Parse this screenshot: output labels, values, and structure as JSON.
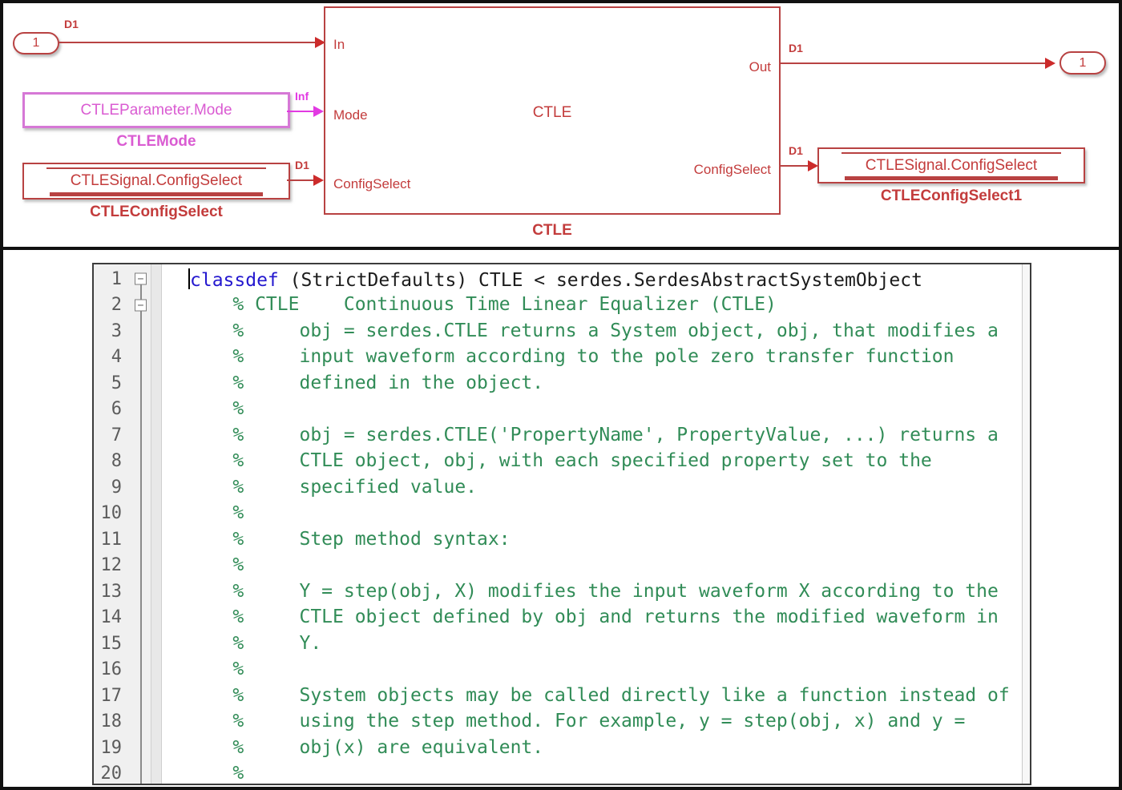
{
  "diagram": {
    "colors": {
      "red": "#b84242",
      "red_text": "#c33c3c",
      "red_bright": "#cc2b2b",
      "magenta": "#d678d6",
      "magenta_text": "#da5cd2",
      "magenta_bright": "#e23ae2"
    },
    "inport": {
      "label": "1"
    },
    "outport": {
      "label": "1"
    },
    "ctle_block": {
      "title": "CTLE",
      "caption": "CTLE",
      "ports": {
        "in": "In",
        "mode": "Mode",
        "config_in": "ConfigSelect",
        "out": "Out",
        "config_out": "ConfigSelect"
      }
    },
    "mode_block": {
      "text": "CTLEParameter.Mode",
      "caption": "CTLEMode"
    },
    "config_block_left": {
      "text": "CTLESignal.ConfigSelect",
      "caption": "CTLEConfigSelect"
    },
    "config_block_right": {
      "text": "CTLESignal.ConfigSelect",
      "caption": "CTLEConfigSelect1"
    },
    "signals": {
      "in_label": "D1",
      "mode_label": "Inf",
      "config_in_label": "D1",
      "out_label": "D1",
      "config_out_label": "D1"
    }
  },
  "editor": {
    "colors": {
      "keyword": "#2418cf",
      "comment": "#318c57",
      "plain": "#1c1c1c"
    },
    "fold_icon": "−",
    "lines": [
      {
        "n": "1",
        "fold": true,
        "caret": true,
        "segments": [
          {
            "text": "classdef",
            "style": "keyword"
          },
          {
            "text": " (StrictDefaults) CTLE < serdes.SerdesAbstractSystemObject",
            "style": "plain"
          }
        ]
      },
      {
        "n": "2",
        "fold": true,
        "segments": [
          {
            "text": "    % CTLE    Continuous Time Linear Equalizer (CTLE)",
            "style": "comment"
          }
        ]
      },
      {
        "n": "3",
        "segments": [
          {
            "text": "    %     obj = serdes.CTLE returns a System object, obj, that modifies a",
            "style": "comment"
          }
        ]
      },
      {
        "n": "4",
        "segments": [
          {
            "text": "    %     input waveform according to the pole zero transfer function",
            "style": "comment"
          }
        ]
      },
      {
        "n": "5",
        "segments": [
          {
            "text": "    %     defined in the object.",
            "style": "comment"
          }
        ]
      },
      {
        "n": "6",
        "segments": [
          {
            "text": "    %",
            "style": "comment"
          }
        ]
      },
      {
        "n": "7",
        "segments": [
          {
            "text": "    %     obj = serdes.CTLE('PropertyName', PropertyValue, ...) returns a",
            "style": "comment"
          }
        ]
      },
      {
        "n": "8",
        "segments": [
          {
            "text": "    %     CTLE object, obj, with each specified property set to the",
            "style": "comment"
          }
        ]
      },
      {
        "n": "9",
        "segments": [
          {
            "text": "    %     specified value.",
            "style": "comment"
          }
        ]
      },
      {
        "n": "10",
        "segments": [
          {
            "text": "    %",
            "style": "comment"
          }
        ]
      },
      {
        "n": "11",
        "segments": [
          {
            "text": "    %     Step method syntax:",
            "style": "comment"
          }
        ]
      },
      {
        "n": "12",
        "segments": [
          {
            "text": "    %",
            "style": "comment"
          }
        ]
      },
      {
        "n": "13",
        "segments": [
          {
            "text": "    %     Y = step(obj, X) modifies the input waveform X according to the",
            "style": "comment"
          }
        ]
      },
      {
        "n": "14",
        "segments": [
          {
            "text": "    %     CTLE object defined by obj and returns the modified waveform in",
            "style": "comment"
          }
        ]
      },
      {
        "n": "15",
        "segments": [
          {
            "text": "    %     Y.",
            "style": "comment"
          }
        ]
      },
      {
        "n": "16",
        "segments": [
          {
            "text": "    %",
            "style": "comment"
          }
        ]
      },
      {
        "n": "17",
        "segments": [
          {
            "text": "    %     System objects may be called directly like a function instead of",
            "style": "comment"
          }
        ]
      },
      {
        "n": "18",
        "segments": [
          {
            "text": "    %     using the step method. For example, y = step(obj, x) and y =",
            "style": "comment"
          }
        ]
      },
      {
        "n": "19",
        "segments": [
          {
            "text": "    %     obj(x) are equivalent.",
            "style": "comment"
          }
        ]
      },
      {
        "n": "20",
        "segments": [
          {
            "text": "    %",
            "style": "comment"
          }
        ]
      }
    ]
  }
}
